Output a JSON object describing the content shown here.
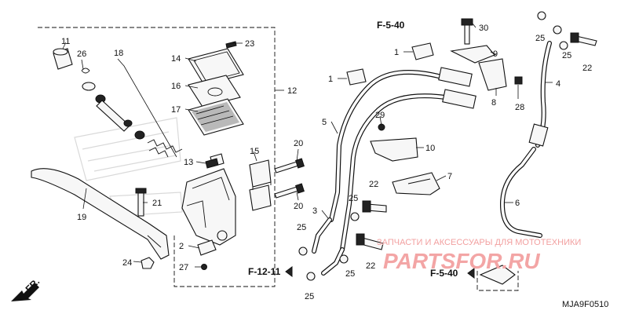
{
  "part_numbers": [
    "1",
    "1",
    "2",
    "3",
    "4",
    "5",
    "6",
    "7",
    "8",
    "9",
    "10",
    "11",
    "12",
    "13",
    "14",
    "15",
    "16",
    "17",
    "18",
    "19",
    "20",
    "20",
    "21",
    "22",
    "22",
    "22",
    "23",
    "24",
    "25",
    "25",
    "25",
    "25",
    "25",
    "25",
    "26",
    "27",
    "28",
    "29",
    "30"
  ],
  "references": [
    "F-5-40",
    "F-5-40",
    "F-12-11"
  ],
  "watermark": {
    "line1": "ЗАПЧАСТИ И АКСЕССУАРЫ ДЛЯ МОТОТЕХНИКИ",
    "logo": "PARTSFOR.RU"
  },
  "diagram_code": "MJA9F0510",
  "front_indicator": "FR."
}
